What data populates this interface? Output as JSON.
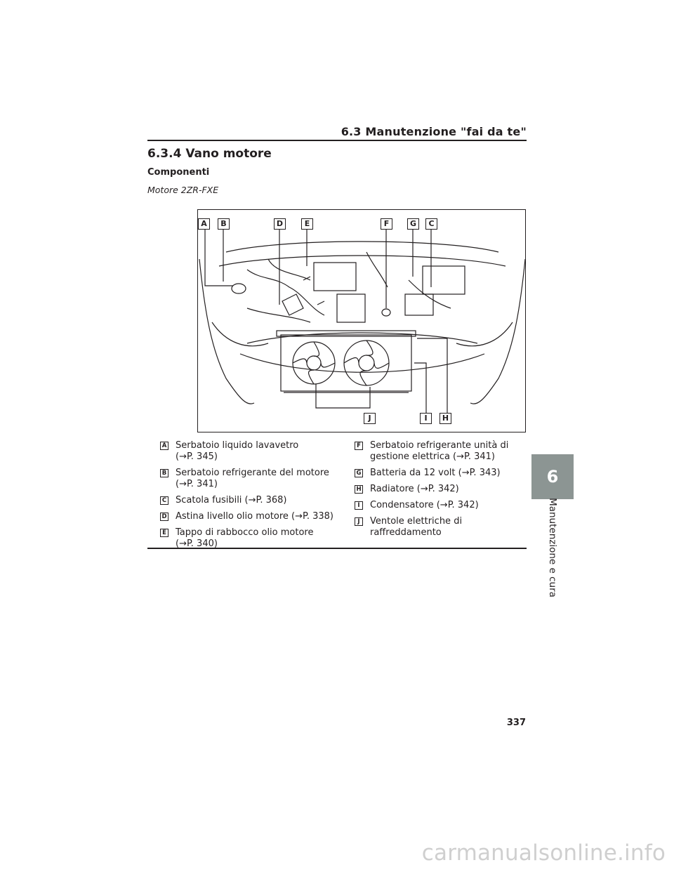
{
  "header": {
    "title": "6.3 Manutenzione \"fai da te\""
  },
  "section": {
    "title": "6.3.4 Vano motore",
    "subheading": "Componenti",
    "engine": "Motore 2ZR-FXE"
  },
  "figure": {
    "callouts": [
      "A",
      "B",
      "D",
      "E",
      "F",
      "G",
      "C",
      "J",
      "I",
      "H"
    ]
  },
  "legend": {
    "left": [
      {
        "key": "A",
        "text": "Serbatoio liquido lavavetro",
        "ref": "(→P. 345)"
      },
      {
        "key": "B",
        "text": "Serbatoio refrigerante del motore",
        "ref": "(→P. 341)"
      },
      {
        "key": "C",
        "text": "Scatola fusibili (→P. 368)",
        "ref": ""
      },
      {
        "key": "D",
        "text": "Astina livello olio motore (→P. 338)",
        "ref": ""
      },
      {
        "key": "E",
        "text": "Tappo di rabbocco olio motore",
        "ref": "(→P. 340)"
      }
    ],
    "right": [
      {
        "key": "F",
        "text": "Serbatoio refrigerante unità di",
        "ref": "gestione elettrica (→P. 341)"
      },
      {
        "key": "G",
        "text": "Batteria da 12 volt (→P. 343)",
        "ref": ""
      },
      {
        "key": "H",
        "text": "Radiatore (→P. 342)",
        "ref": ""
      },
      {
        "key": "I",
        "text": "Condensatore (→P. 342)",
        "ref": ""
      },
      {
        "key": "J",
        "text": "Ventole elettriche di raffreddamento",
        "ref": ""
      }
    ]
  },
  "chapter": {
    "number": "6",
    "title": "Manutenzione e cura"
  },
  "page": {
    "number": "337"
  },
  "watermark": "carmanualsonline.info",
  "colors": {
    "text": "#231f20",
    "tab": "#8c9593",
    "watermark": "#cfcfcf"
  }
}
